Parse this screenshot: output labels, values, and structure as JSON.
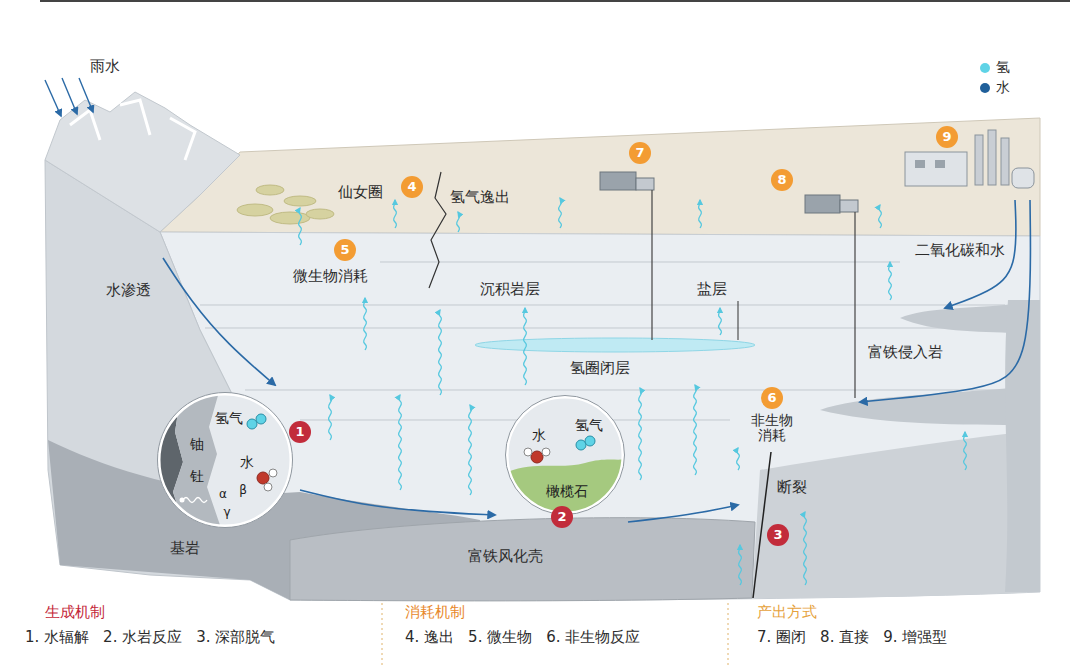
{
  "diagram": {
    "nodes": [
      {
        "text": [
          "氢气",
          "铀",
          "钍",
          "水",
          "α",
          "β",
          "γ"
        ]
      },
      {
        "text": [
          "水",
          "氢气",
          "橄榄石"
        ]
      },
      {
        "text": [
          "1"
        ]
      },
      {
        "text": [
          "2"
        ]
      },
      {
        "text": [
          "3"
        ]
      },
      {
        "text": [
          "4"
        ]
      },
      {
        "text": [
          "5"
        ]
      },
      {
        "text": [
          "6"
        ]
      },
      {
        "text": [
          "7"
        ]
      },
      {
        "text": [
          "8"
        ]
      },
      {
        "text": [
          "9"
        ]
      }
    ],
    "labels": [
      "雨水",
      "仙女圈",
      "氢气逸出",
      "微生物消耗",
      "沉积岩层",
      "盐层",
      "氢圈闭层",
      "二氧化碳和水",
      "富铁侵入岩",
      "水渗透",
      "非生物 消耗",
      "断裂",
      "基岩",
      "富铁风化壳",
      "生成机制",
      "1. 水辐解",
      "2. 水岩反应",
      "3. 深部脱气",
      "消耗机制",
      "4. 逸出",
      "5. 微生物",
      "6. 非生物反应",
      "产出方式",
      "7. 圈闭",
      "8. 直接",
      "9. 增强型"
    ],
    "legend": [
      {
        "text": "氢",
        "color": "#5fd3e6"
      },
      {
        "text": "水",
        "color": "#1f5f9a"
      }
    ]
  }
}
